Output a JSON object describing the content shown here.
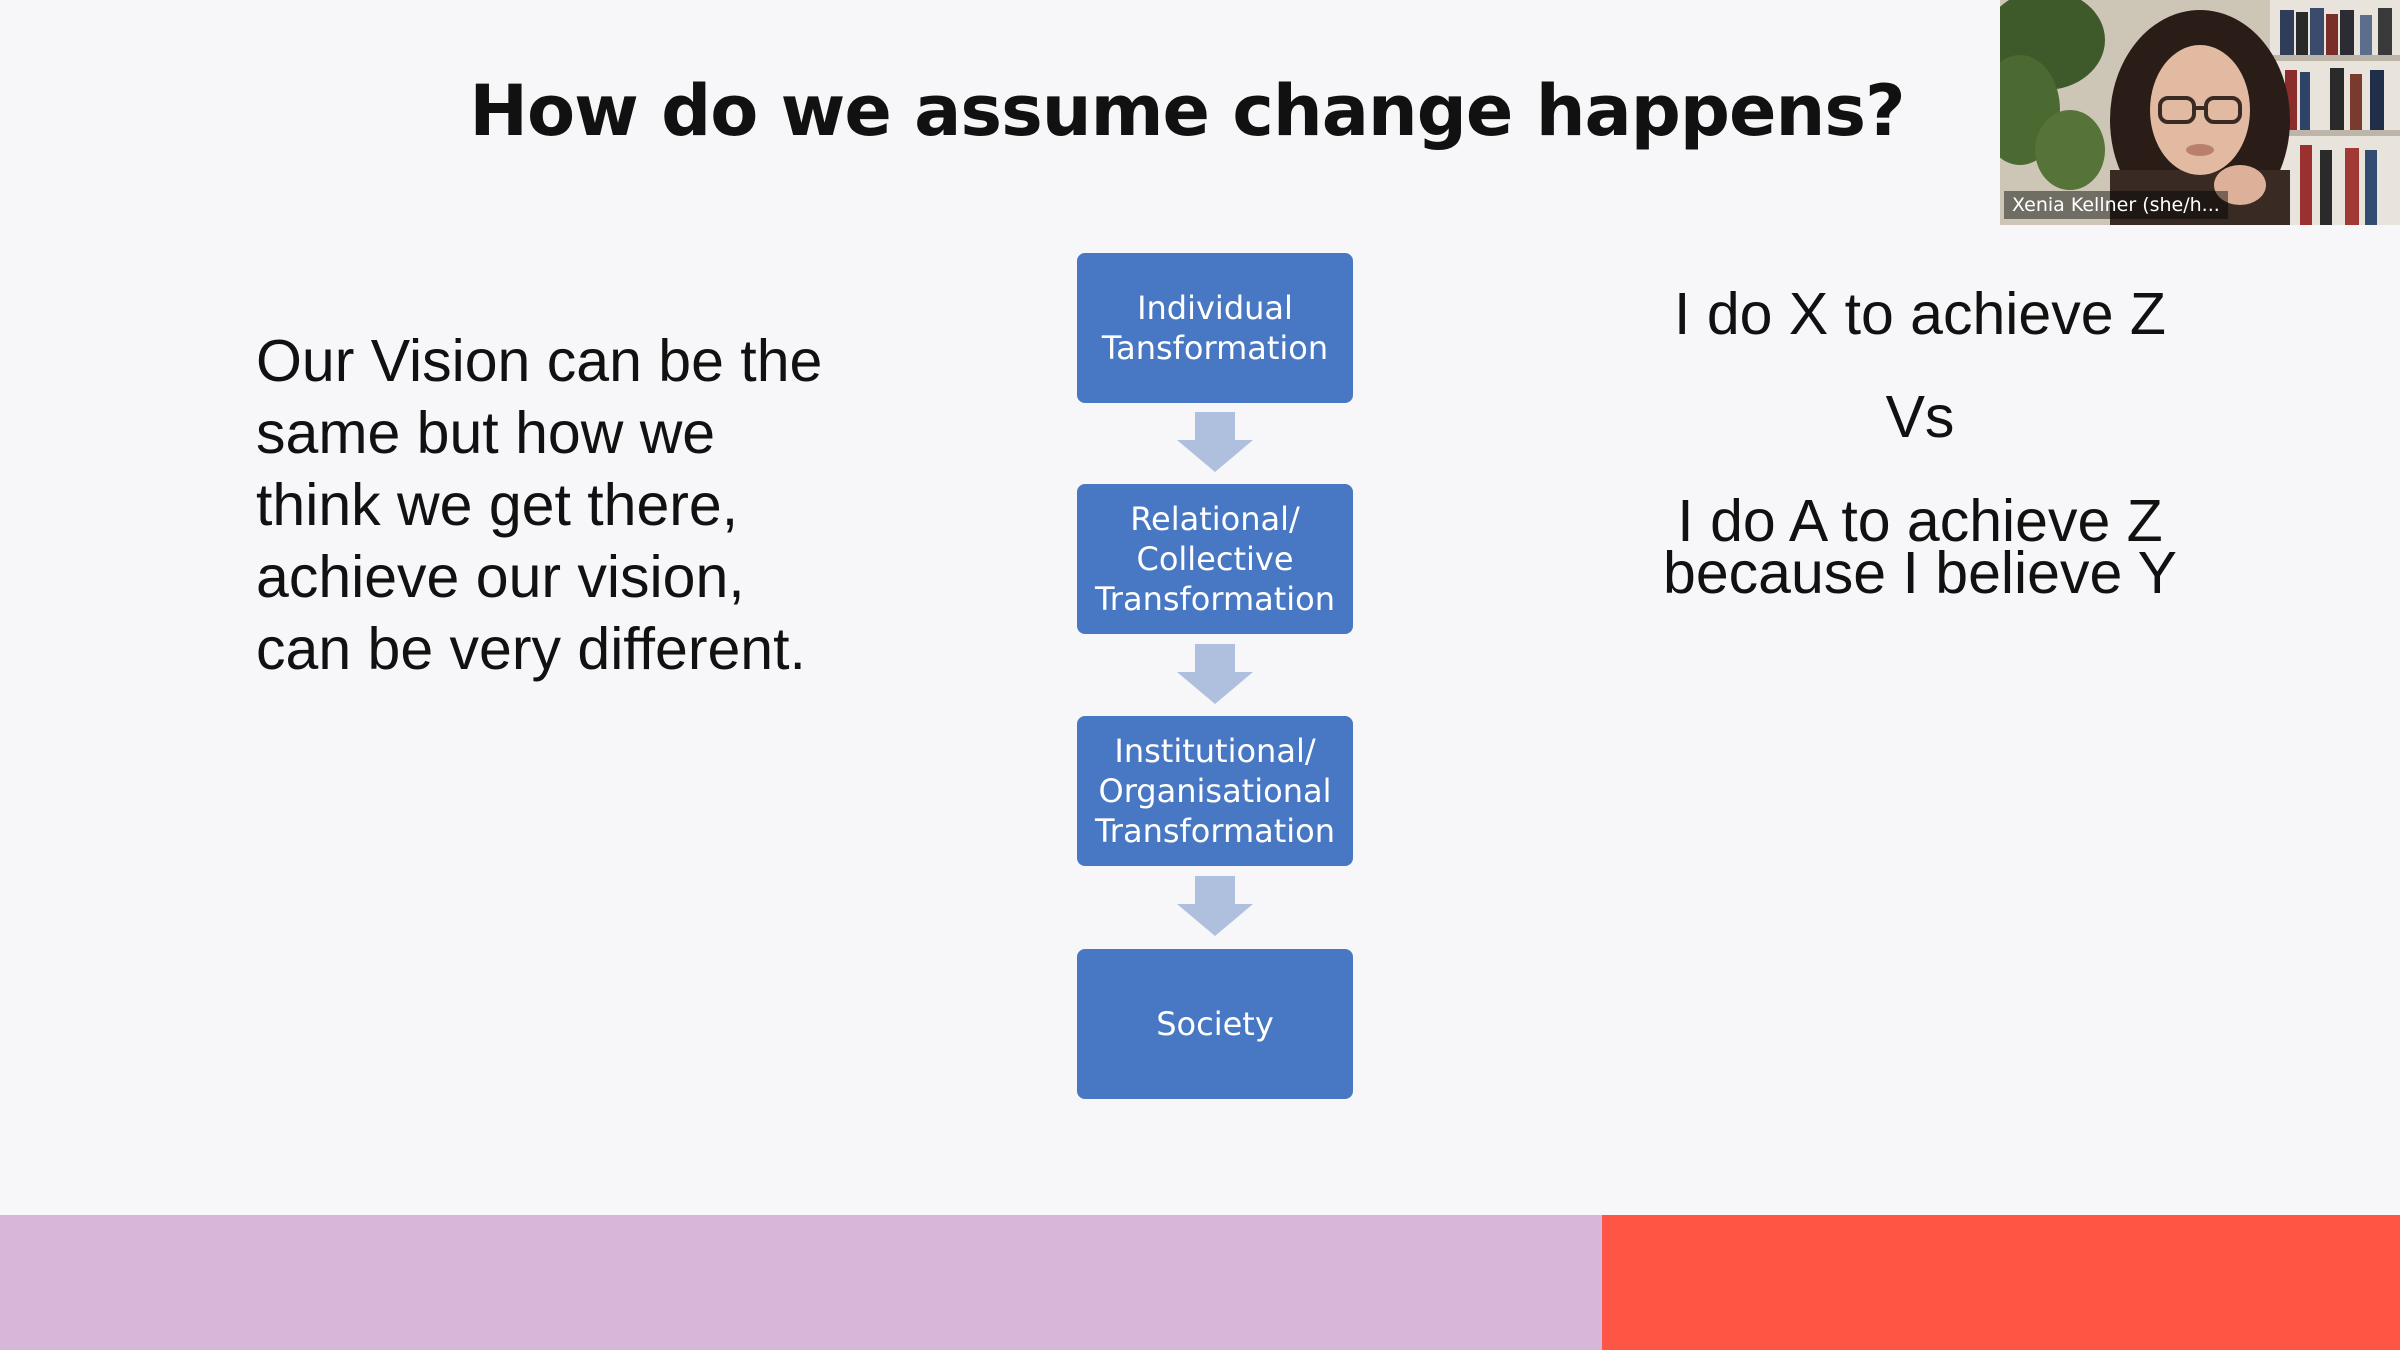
{
  "slide": {
    "title": "How do we assume change happens?",
    "left_text_lines": [
      "Our Vision can be the",
      "same but how we",
      "think we get there,",
      "achieve our vision,",
      "can be very different."
    ],
    "flow_boxes": [
      "Individual\nTansformation",
      "Relational/\nCollective\nTransformation",
      "Institutional/\nOrganisational\nTransformation",
      "Society"
    ],
    "right_lines": {
      "line1": "I do X to achieve Z",
      "vs": "Vs",
      "line2": "I do A to achieve Z",
      "line3": "because I believe Y"
    }
  },
  "video_tile": {
    "participant_name": "Xenia Kellner (she/h..."
  },
  "colors": {
    "box_blue": "#4878c3",
    "arrow_blue": "#aec0dd",
    "band_lilac": "#d6b6d9",
    "band_coral": "#fe5645"
  }
}
